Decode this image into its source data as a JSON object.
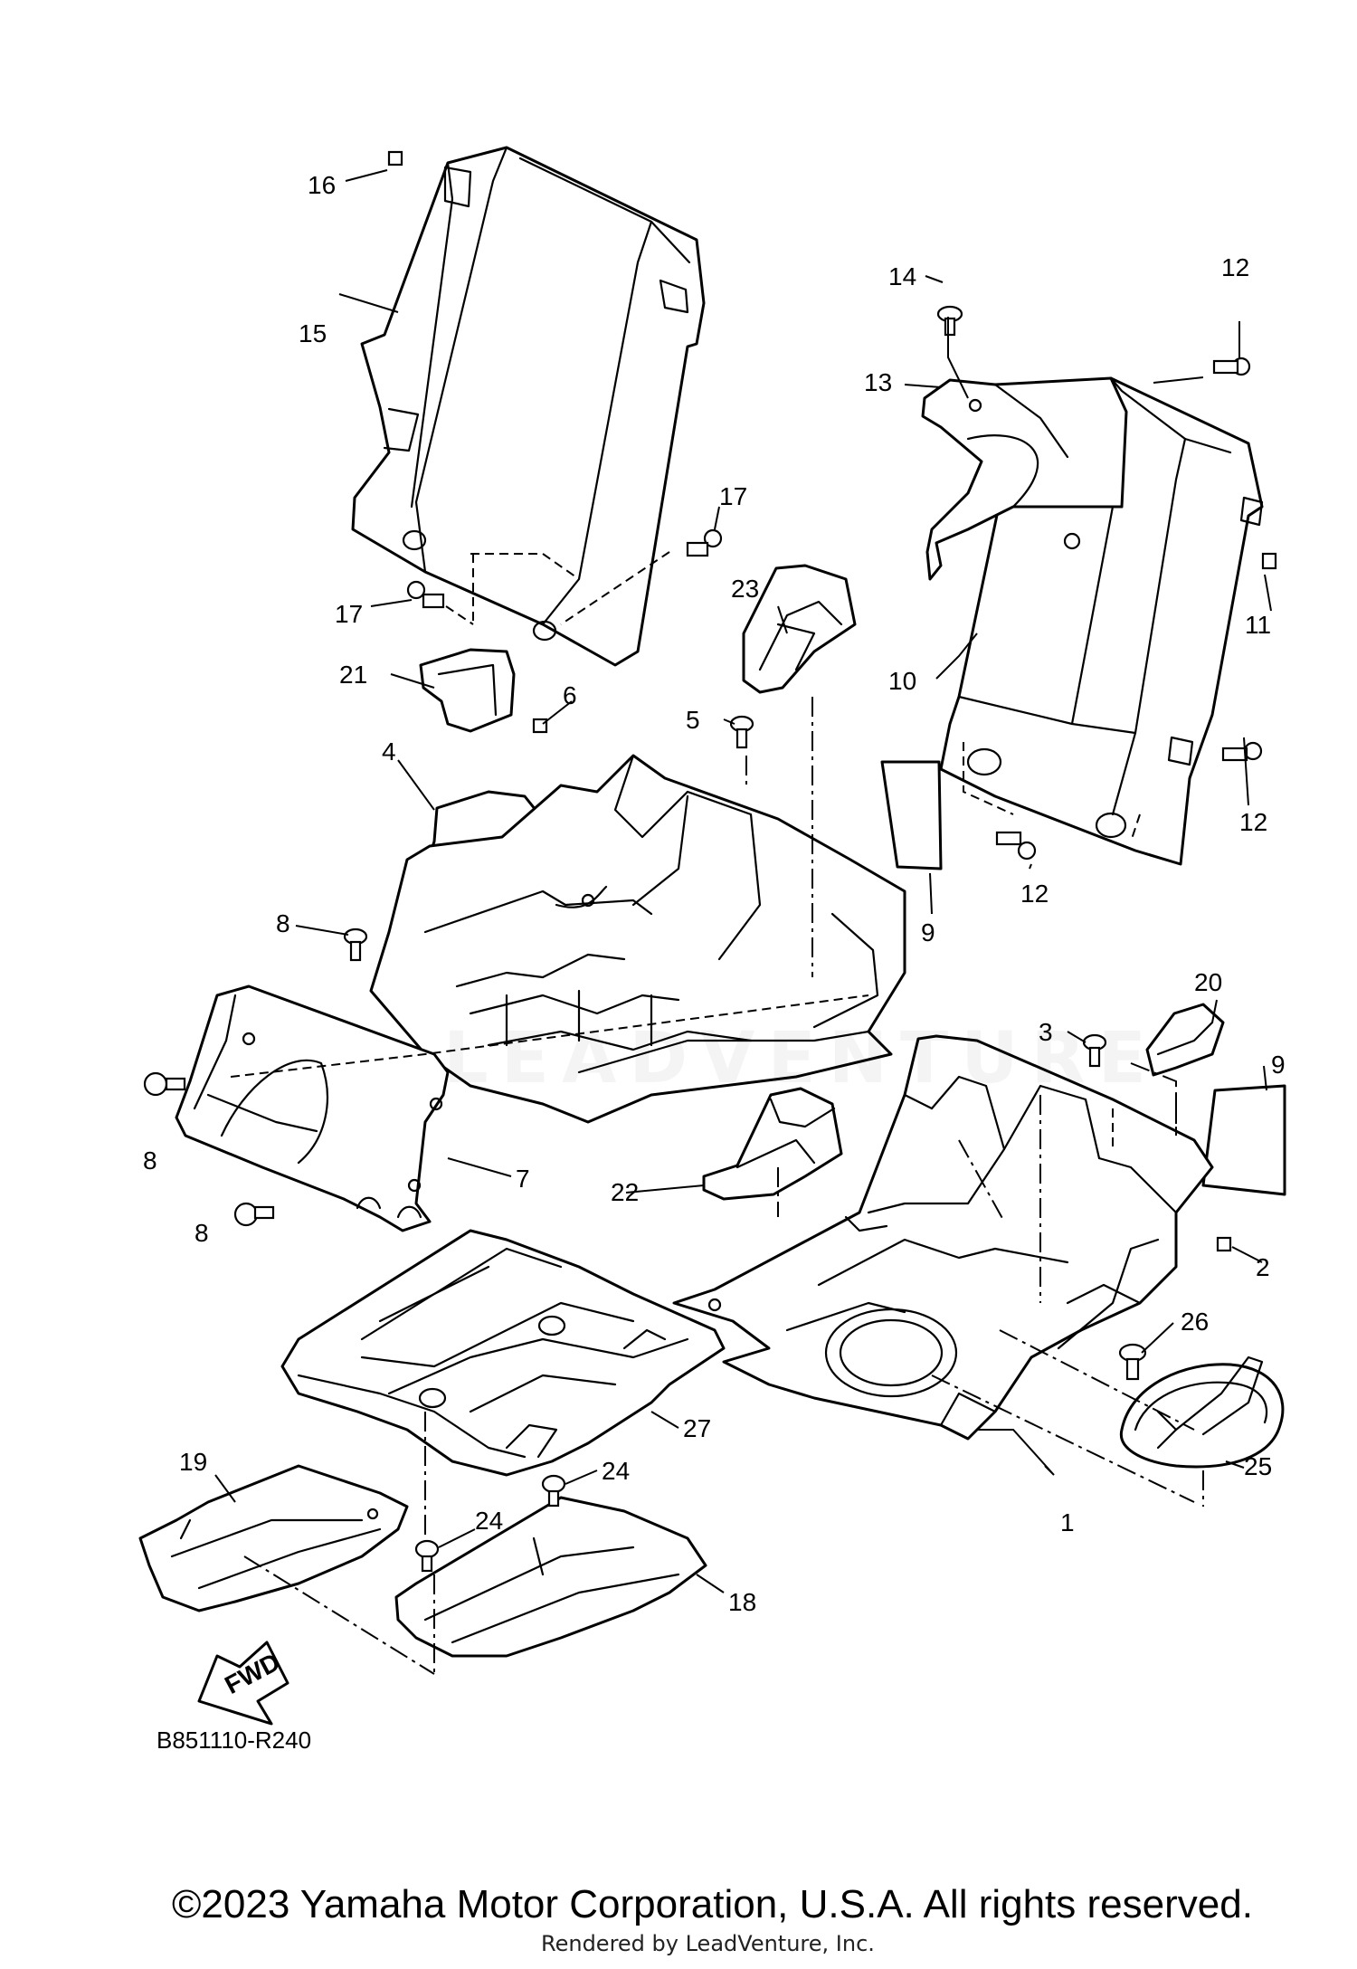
{
  "diagram": {
    "diagram_id": "B851110-R240",
    "direction_label": "FWD",
    "watermark": "LEADVENTURE",
    "part_callouts": [
      "1",
      "2",
      "3",
      "4",
      "5",
      "6",
      "7",
      "8",
      "9",
      "10",
      "11",
      "12",
      "13",
      "14",
      "15",
      "16",
      "17",
      "18",
      "19",
      "20",
      "21",
      "22",
      "23",
      "24",
      "25",
      "26",
      "27"
    ]
  },
  "footer": {
    "copyright": "©2023 Yamaha Motor Corporation, U.S.A. All rights reserved.",
    "rendered_by": "Rendered by LeadVenture, Inc."
  }
}
